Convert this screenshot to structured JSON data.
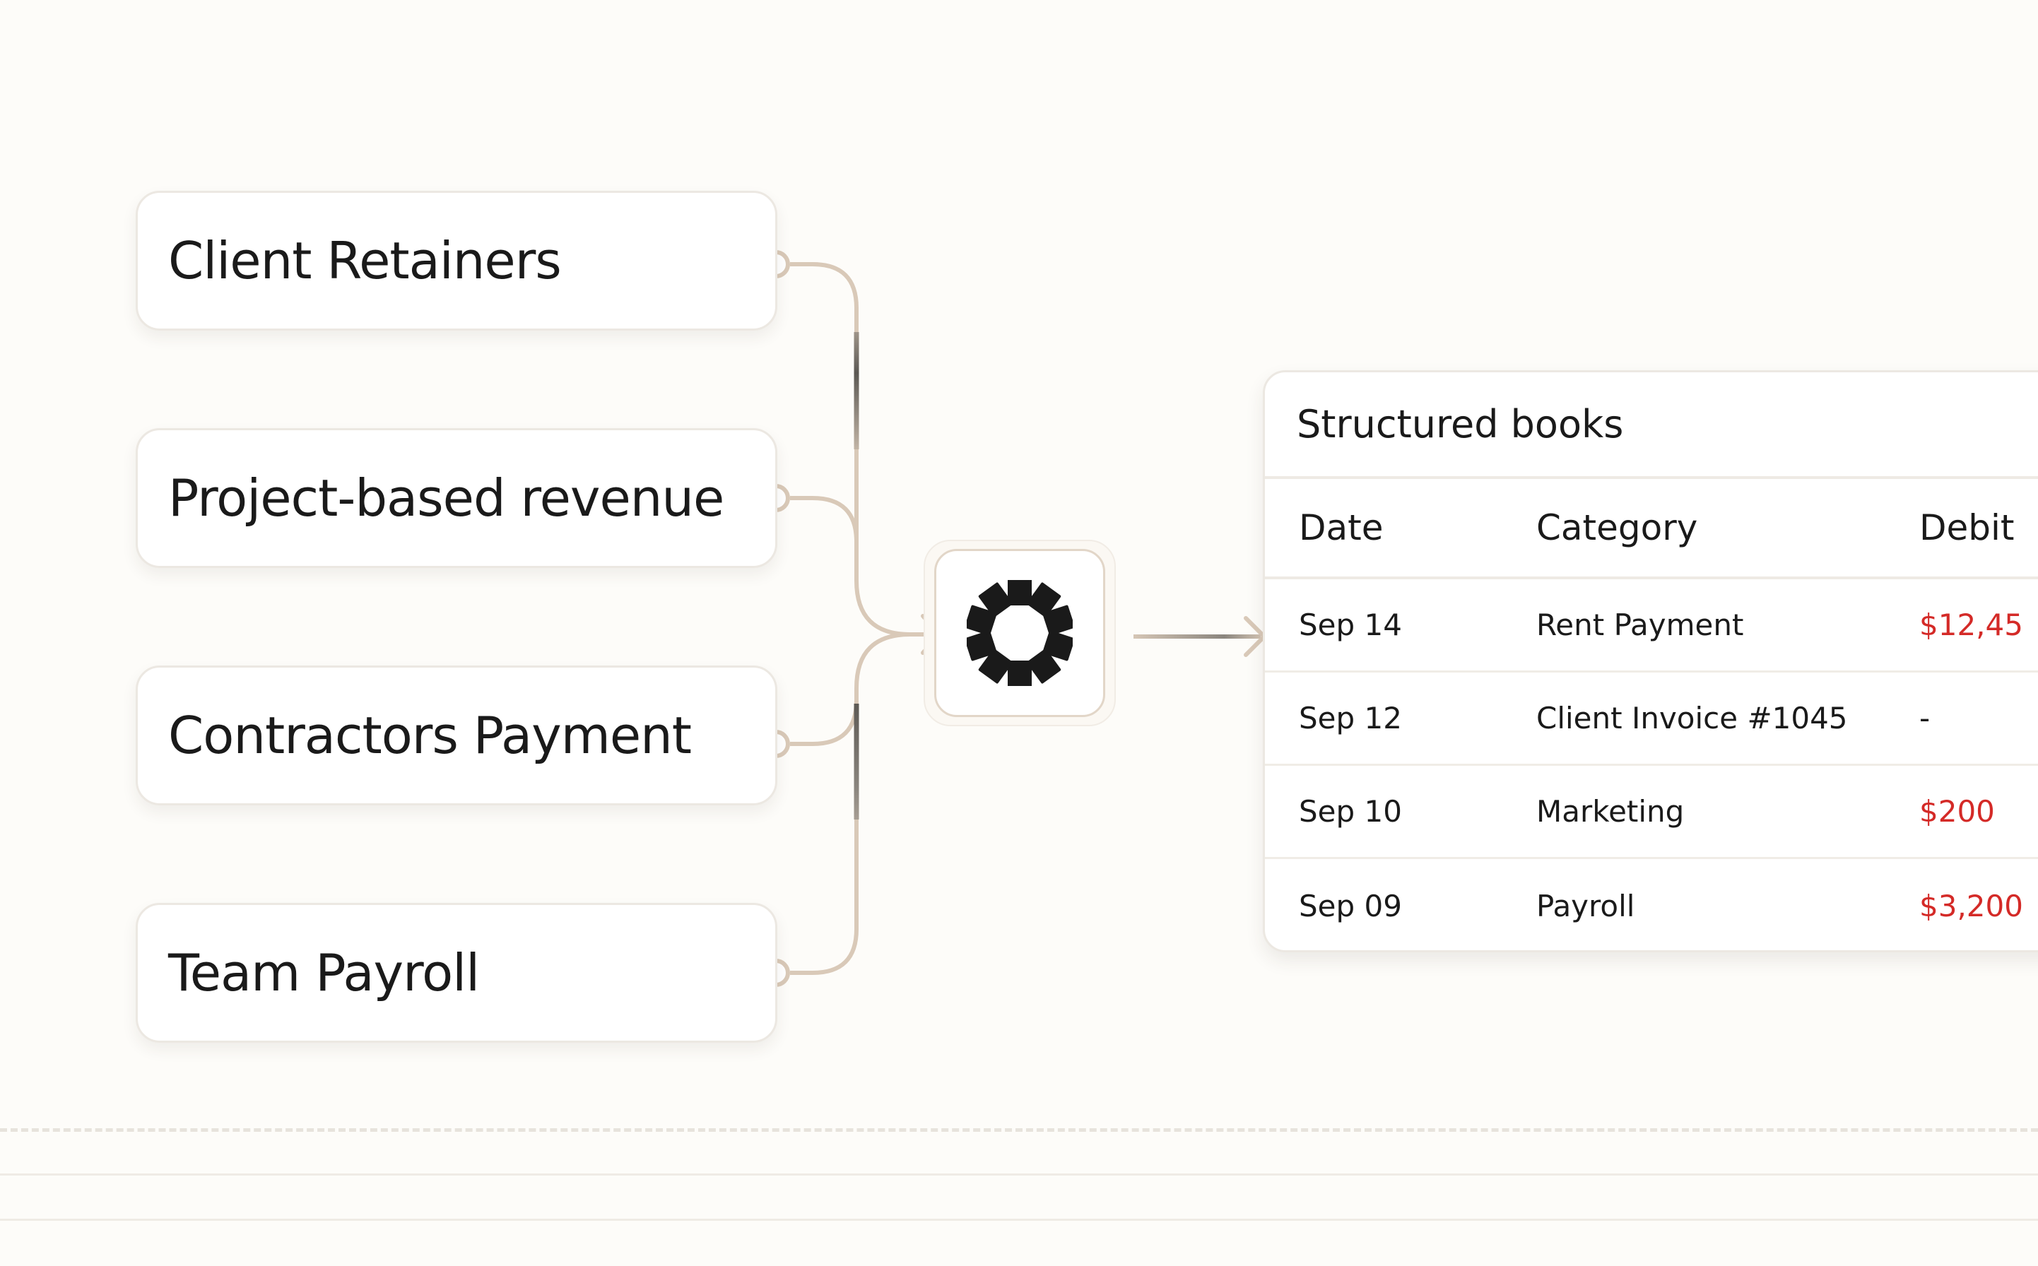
{
  "sources": [
    {
      "label": "Client Retainers"
    },
    {
      "label": "Project-based revenue"
    },
    {
      "label": "Contractors Payment"
    },
    {
      "label": "Team Payroll"
    }
  ],
  "hub": {
    "icon": "sunburst-logo-icon"
  },
  "books": {
    "title": "Structured books",
    "columns": [
      "Date",
      "Category",
      "Debit"
    ],
    "rows": [
      {
        "date": "Sep 14",
        "category": "Rent Payment",
        "debit": "$12,45"
      },
      {
        "date": "Sep 12",
        "category": "Client Invoice #1045",
        "debit": "-"
      },
      {
        "date": "Sep 10",
        "category": "Marketing",
        "debit": "$200"
      },
      {
        "date": "Sep 09",
        "category": "Payroll",
        "debit": "$3,200"
      }
    ]
  },
  "colors": {
    "background": "#FDFCF9",
    "connector": "#D9C9B8",
    "connector_dark": "#5B5853",
    "debit_negative": "#D42A27",
    "text": "#1A1A1A"
  }
}
